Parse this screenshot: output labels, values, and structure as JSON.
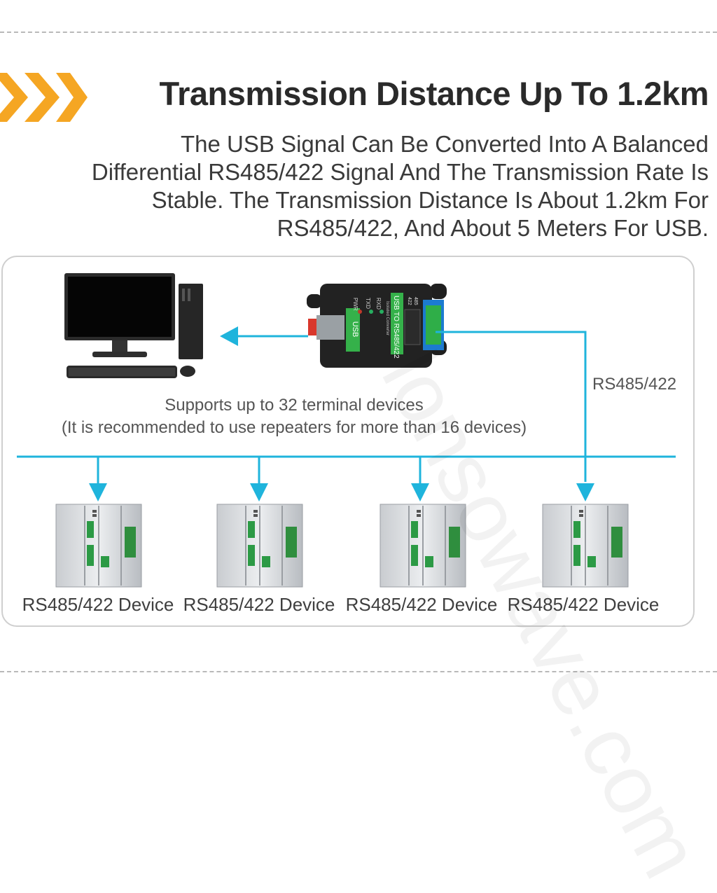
{
  "header": {
    "title": "Transmission Distance Up To 1.2km",
    "description_lines": [
      "The USB Signal Can Be Converted Into A Balanced",
      "Differential RS485/422 Signal And The Transmission Rate Is",
      "Stable. The Transmission Distance Is About 1.2km For",
      "RS485/422, And About 5 Meters For USB."
    ]
  },
  "converter": {
    "port_label": "USB",
    "model_text": "USB TO RS485/422",
    "sub_text": "Isolated Converter",
    "leds": [
      "PWR",
      "TXD",
      "RXD"
    ],
    "terminal_labels": [
      "422",
      "485"
    ]
  },
  "diagram": {
    "note_line1": "Supports up to 32 terminal devices",
    "note_line2": "(It is recommended to use repeaters for more than 16 devices)",
    "bus_label": "RS485/422",
    "devices": [
      {
        "label": "RS485/422 Device"
      },
      {
        "label": "RS485/422 Device"
      },
      {
        "label": "RS485/422 Device"
      },
      {
        "label": "RS485/422 Device"
      }
    ]
  },
  "colors": {
    "accent": "#f5a623",
    "line": "#1fb4dc",
    "title": "#2a2a2a"
  },
  "watermark": "lonsowave.com"
}
